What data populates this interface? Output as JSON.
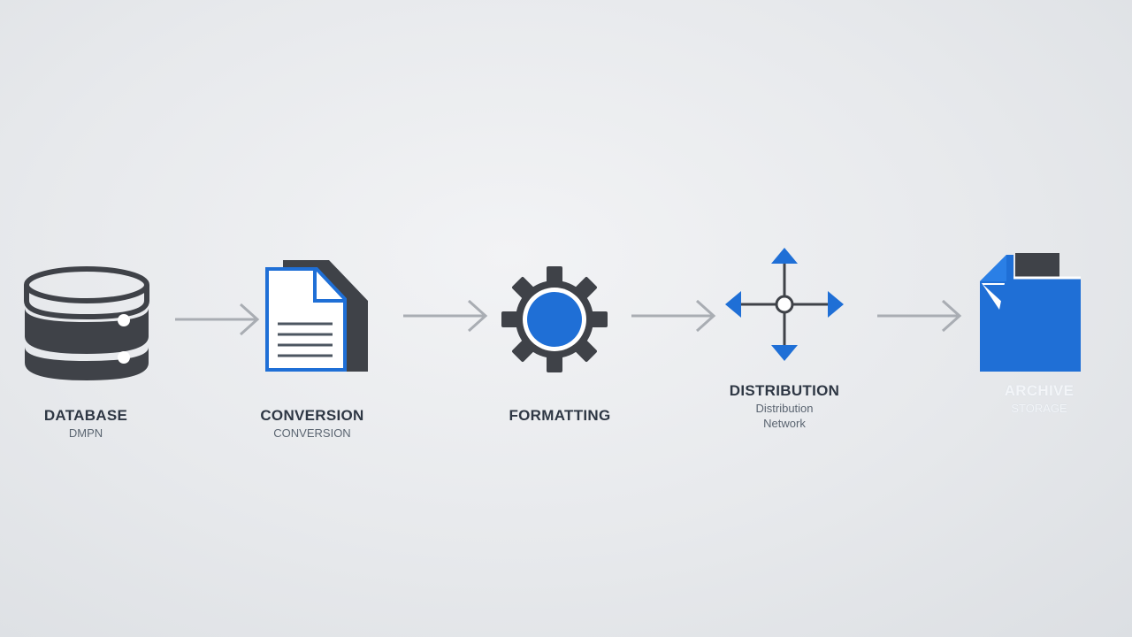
{
  "colors": {
    "dark": "#3f4248",
    "blue": "#1f6fd6",
    "arrow": "#a9adb3"
  },
  "steps": [
    {
      "icon": "database-icon",
      "title": "DATABASE",
      "subtitle": "DMPN"
    },
    {
      "icon": "document-icon",
      "title": "CONVERSION",
      "subtitle": "CONVERSION"
    },
    {
      "icon": "gear-icon",
      "title": "FORMATTING",
      "subtitle": ""
    },
    {
      "icon": "move-arrows-icon",
      "title": "DISTRIBUTION",
      "subtitle": "Distribution",
      "subtitle2": "Network"
    },
    {
      "icon": "folder-icon",
      "title": "ARCHIVE",
      "subtitle": "STORAGE"
    }
  ]
}
